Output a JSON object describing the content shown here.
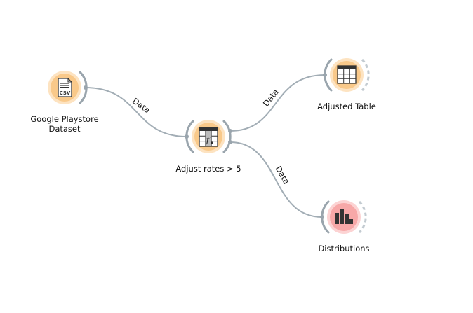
{
  "workflow": {
    "nodes": [
      {
        "id": "csv",
        "label_lines": [
          "Google Playstore",
          "Dataset"
        ],
        "icon": "csv-file-icon",
        "color": "#f9c98a"
      },
      {
        "id": "formula",
        "label_lines": [
          "Adjust rates > 5"
        ],
        "icon": "formula-table-icon",
        "color": "#f9c98a"
      },
      {
        "id": "table",
        "label_lines": [
          "Adjusted Table"
        ],
        "icon": "data-table-icon",
        "color": "#f9c98a"
      },
      {
        "id": "dist",
        "label_lines": [
          "Distributions"
        ],
        "icon": "bar-chart-icon",
        "color": "#f7a8a8"
      }
    ],
    "edges": [
      {
        "from": "csv",
        "to": "formula",
        "label": "Data"
      },
      {
        "from": "formula",
        "to": "table",
        "label": "Data"
      },
      {
        "from": "formula",
        "to": "dist",
        "label": "Data"
      }
    ]
  },
  "colors": {
    "link": "#a2adb5",
    "port": "#9aa5ad",
    "port_dashed": "#c3cbd1",
    "icon_dark": "#333333"
  }
}
